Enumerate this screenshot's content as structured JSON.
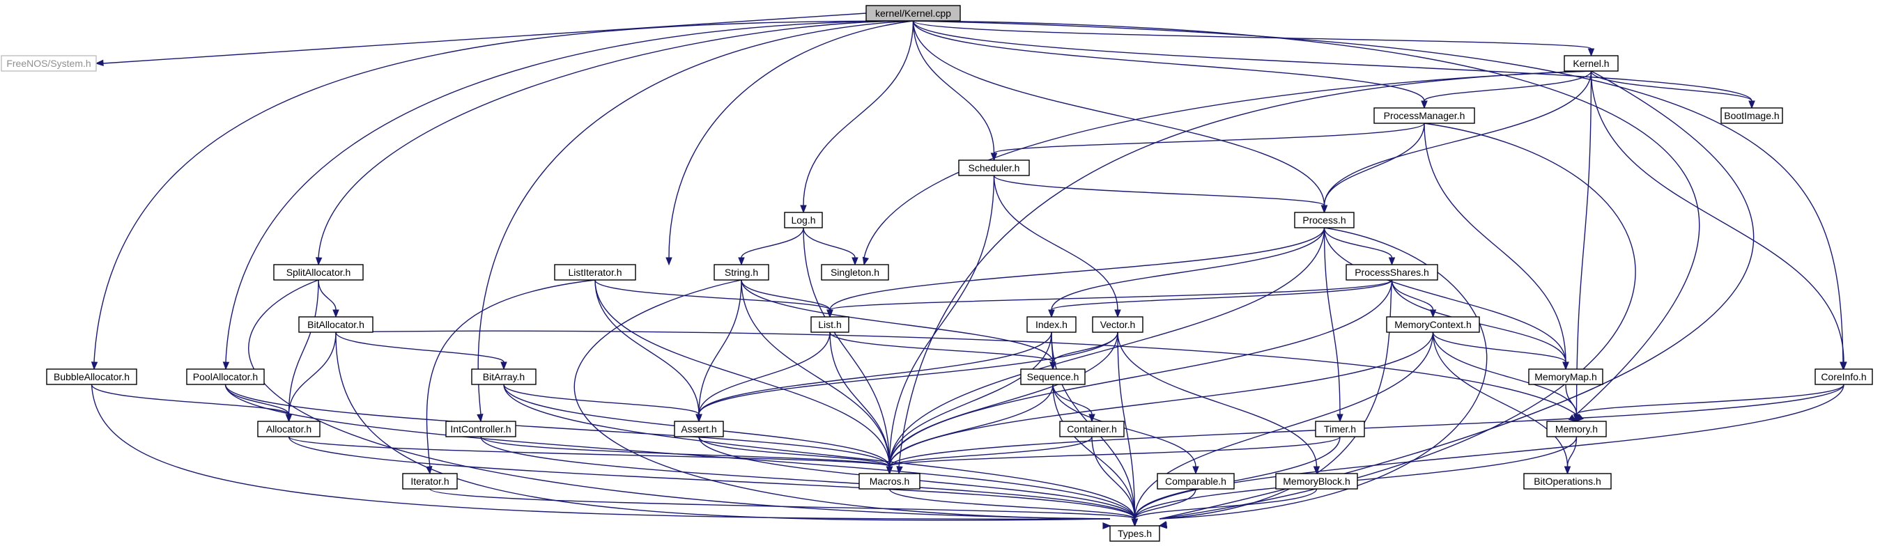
{
  "diagram": {
    "type": "include-dependency-graph",
    "edge_color": "#191970",
    "root_fill": "#bfbfbf",
    "nodes": [
      {
        "id": "kernel_cpp",
        "label": "kernel/Kernel.cpp",
        "role": "root"
      },
      {
        "id": "system_h",
        "label": "FreeNOS/System.h",
        "role": "external"
      },
      {
        "id": "kernel_h",
        "label": "Kernel.h"
      },
      {
        "id": "bootimage_h",
        "label": "BootImage.h"
      },
      {
        "id": "processmanager_h",
        "label": "ProcessManager.h"
      },
      {
        "id": "scheduler_h",
        "label": "Scheduler.h"
      },
      {
        "id": "process_h",
        "label": "Process.h"
      },
      {
        "id": "log_h",
        "label": "Log.h"
      },
      {
        "id": "singleton_h",
        "label": "Singleton.h"
      },
      {
        "id": "string_h",
        "label": "String.h"
      },
      {
        "id": "listiterator_h",
        "label": "ListIterator.h"
      },
      {
        "id": "splitallocator_h",
        "label": "SplitAllocator.h"
      },
      {
        "id": "bitallocator_h",
        "label": "BitAllocator.h"
      },
      {
        "id": "bitarray_h",
        "label": "BitArray.h"
      },
      {
        "id": "list_h",
        "label": "List.h"
      },
      {
        "id": "processshares_h",
        "label": "ProcessShares.h"
      },
      {
        "id": "index_h",
        "label": "Index.h"
      },
      {
        "id": "vector_h",
        "label": "Vector.h"
      },
      {
        "id": "memorycontext_h",
        "label": "MemoryContext.h"
      },
      {
        "id": "memorymap_h",
        "label": "MemoryMap.h"
      },
      {
        "id": "coreinfo_h",
        "label": "CoreInfo.h"
      },
      {
        "id": "bubbleallocator_h",
        "label": "BubbleAllocator.h"
      },
      {
        "id": "poolallocator_h",
        "label": "PoolAllocator.h"
      },
      {
        "id": "allocator_h",
        "label": "Allocator.h"
      },
      {
        "id": "intcontroller_h",
        "label": "IntController.h"
      },
      {
        "id": "assert_h",
        "label": "Assert.h"
      },
      {
        "id": "sequence_h",
        "label": "Sequence.h"
      },
      {
        "id": "container_h",
        "label": "Container.h"
      },
      {
        "id": "timer_h",
        "label": "Timer.h"
      },
      {
        "id": "memory_h",
        "label": "Memory.h"
      },
      {
        "id": "iterator_h",
        "label": "Iterator.h"
      },
      {
        "id": "macros_h",
        "label": "Macros.h"
      },
      {
        "id": "comparable_h",
        "label": "Comparable.h"
      },
      {
        "id": "memoryblock_h",
        "label": "MemoryBlock.h"
      },
      {
        "id": "bitoperations_h",
        "label": "BitOperations.h"
      },
      {
        "id": "types_h",
        "label": "Types.h"
      }
    ],
    "edges": [
      [
        "kernel_cpp",
        "system_h"
      ],
      [
        "kernel_cpp",
        "kernel_h"
      ],
      [
        "kernel_cpp",
        "bootimage_h"
      ],
      [
        "kernel_cpp",
        "processmanager_h"
      ],
      [
        "kernel_cpp",
        "scheduler_h"
      ],
      [
        "kernel_cpp",
        "process_h"
      ],
      [
        "kernel_cpp",
        "log_h"
      ],
      [
        "kernel_cpp",
        "listiterator_h"
      ],
      [
        "kernel_cpp",
        "splitallocator_h"
      ],
      [
        "kernel_cpp",
        "poolallocator_h"
      ],
      [
        "kernel_cpp",
        "bubbleallocator_h"
      ],
      [
        "kernel_cpp",
        "intcontroller_h"
      ],
      [
        "kernel_cpp",
        "coreinfo_h"
      ],
      [
        "kernel_cpp",
        "memory_h"
      ],
      [
        "kernel_h",
        "bootimage_h"
      ],
      [
        "kernel_h",
        "processmanager_h"
      ],
      [
        "kernel_h",
        "process_h"
      ],
      [
        "kernel_h",
        "singleton_h"
      ],
      [
        "kernel_h",
        "macros_h"
      ],
      [
        "kernel_h",
        "coreinfo_h"
      ],
      [
        "kernel_h",
        "memory_h"
      ],
      [
        "kernel_h",
        "types_h"
      ],
      [
        "processmanager_h",
        "scheduler_h"
      ],
      [
        "processmanager_h",
        "process_h"
      ],
      [
        "processmanager_h",
        "memorymap_h"
      ],
      [
        "processmanager_h",
        "types_h"
      ],
      [
        "scheduler_h",
        "process_h"
      ],
      [
        "scheduler_h",
        "vector_h"
      ],
      [
        "scheduler_h",
        "macros_h"
      ],
      [
        "process_h",
        "list_h"
      ],
      [
        "process_h",
        "processshares_h"
      ],
      [
        "process_h",
        "index_h"
      ],
      [
        "process_h",
        "memorymap_h"
      ],
      [
        "process_h",
        "timer_h"
      ],
      [
        "process_h",
        "macros_h"
      ],
      [
        "process_h",
        "types_h"
      ],
      [
        "log_h",
        "singleton_h"
      ],
      [
        "log_h",
        "string_h"
      ],
      [
        "log_h",
        "macros_h"
      ],
      [
        "string_h",
        "list_h"
      ],
      [
        "string_h",
        "sequence_h"
      ],
      [
        "string_h",
        "assert_h"
      ],
      [
        "string_h",
        "macros_h"
      ],
      [
        "string_h",
        "types_h"
      ],
      [
        "listiterator_h",
        "list_h"
      ],
      [
        "listiterator_h",
        "iterator_h"
      ],
      [
        "listiterator_h",
        "assert_h"
      ],
      [
        "listiterator_h",
        "macros_h"
      ],
      [
        "splitallocator_h",
        "bitallocator_h"
      ],
      [
        "splitallocator_h",
        "allocator_h"
      ],
      [
        "splitallocator_h",
        "types_h"
      ],
      [
        "bitallocator_h",
        "bitarray_h"
      ],
      [
        "bitallocator_h",
        "allocator_h"
      ],
      [
        "bitallocator_h",
        "memory_h"
      ],
      [
        "bitallocator_h",
        "types_h"
      ],
      [
        "bitarray_h",
        "assert_h"
      ],
      [
        "bitarray_h",
        "macros_h"
      ],
      [
        "bitarray_h",
        "types_h"
      ],
      [
        "list_h",
        "assert_h"
      ],
      [
        "list_h",
        "sequence_h"
      ],
      [
        "list_h",
        "macros_h"
      ],
      [
        "processshares_h",
        "list_h"
      ],
      [
        "processshares_h",
        "index_h"
      ],
      [
        "processshares_h",
        "memorycontext_h"
      ],
      [
        "processshares_h",
        "memorymap_h"
      ],
      [
        "processshares_h",
        "macros_h"
      ],
      [
        "processshares_h",
        "types_h"
      ],
      [
        "index_h",
        "assert_h"
      ],
      [
        "index_h",
        "sequence_h"
      ],
      [
        "index_h",
        "macros_h"
      ],
      [
        "index_h",
        "types_h"
      ],
      [
        "vector_h",
        "assert_h"
      ],
      [
        "vector_h",
        "sequence_h"
      ],
      [
        "vector_h",
        "macros_h"
      ],
      [
        "vector_h",
        "types_h"
      ],
      [
        "vector_h",
        "memoryblock_h"
      ],
      [
        "memorycontext_h",
        "memorymap_h"
      ],
      [
        "memorycontext_h",
        "memory_h"
      ],
      [
        "memorycontext_h",
        "bitoperations_h"
      ],
      [
        "memorycontext_h",
        "macros_h"
      ],
      [
        "memorycontext_h",
        "types_h"
      ],
      [
        "memorymap_h",
        "memory_h"
      ],
      [
        "coreinfo_h",
        "memory_h"
      ],
      [
        "coreinfo_h",
        "macros_h"
      ],
      [
        "coreinfo_h",
        "types_h"
      ],
      [
        "bubbleallocator_h",
        "allocator_h"
      ],
      [
        "bubbleallocator_h",
        "types_h"
      ],
      [
        "poolallocator_h",
        "allocator_h"
      ],
      [
        "poolallocator_h",
        "macros_h"
      ],
      [
        "poolallocator_h",
        "types_h"
      ],
      [
        "allocator_h",
        "macros_h"
      ],
      [
        "allocator_h",
        "types_h"
      ],
      [
        "intcontroller_h",
        "macros_h"
      ],
      [
        "intcontroller_h",
        "types_h"
      ],
      [
        "assert_h",
        "macros_h"
      ],
      [
        "assert_h",
        "types_h"
      ],
      [
        "sequence_h",
        "container_h"
      ],
      [
        "sequence_h",
        "comparable_h"
      ],
      [
        "sequence_h",
        "macros_h"
      ],
      [
        "sequence_h",
        "types_h"
      ],
      [
        "container_h",
        "macros_h"
      ],
      [
        "container_h",
        "types_h"
      ],
      [
        "timer_h",
        "macros_h"
      ],
      [
        "timer_h",
        "types_h"
      ],
      [
        "memory_h",
        "bitoperations_h"
      ],
      [
        "memory_h",
        "types_h"
      ],
      [
        "iterator_h",
        "types_h"
      ],
      [
        "macros_h",
        "types_h"
      ],
      [
        "comparable_h",
        "types_h"
      ],
      [
        "memoryblock_h",
        "types_h"
      ]
    ]
  }
}
